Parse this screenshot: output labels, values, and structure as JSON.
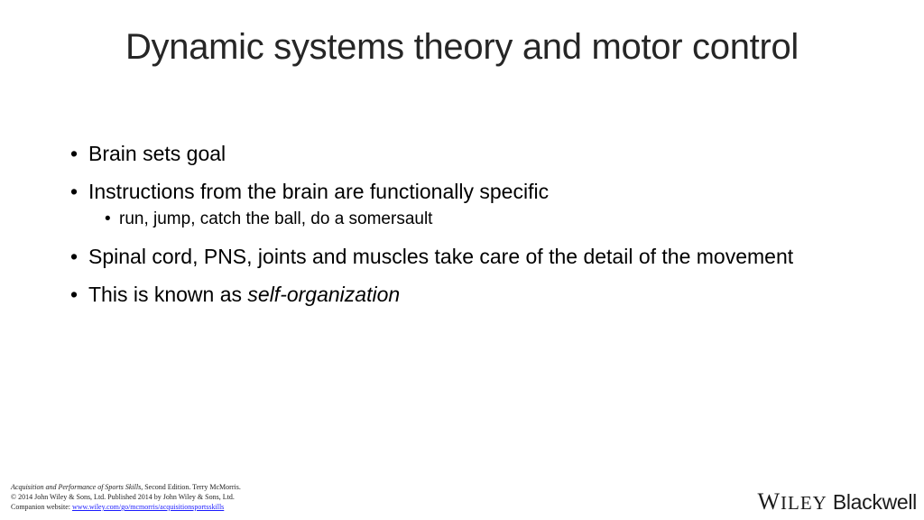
{
  "slide": {
    "title": "Dynamic systems theory and motor control",
    "bullets": [
      {
        "text": "Brain sets goal"
      },
      {
        "text": "Instructions from the brain are functionally specific",
        "sub": "run, jump, catch the ball, do a somersault"
      },
      {
        "text": "Spinal cord, PNS, joints and muscles take care of the detail of the movement"
      },
      {
        "prefix": "This is known as ",
        "emphasis": "self-organization"
      }
    ]
  },
  "footer": {
    "book_title": "Acquisition and Performance of Sports Skills",
    "book_rest": ", Second Edition. Terry McMorris.",
    "copyright": "© 2014 John Wiley & Sons, Ltd. Published 2014 by John Wiley & Sons, Ltd.",
    "companion_label": "Companion website: ",
    "companion_url": "www.wiley.com/go/mcmorris/acquisitionsportsskills"
  },
  "logo": {
    "wiley_first": "W",
    "wiley_rest": "ILEY",
    "blackwell": "Blackwell"
  },
  "colors": {
    "title": "#262626",
    "link": "#1a1aff"
  }
}
